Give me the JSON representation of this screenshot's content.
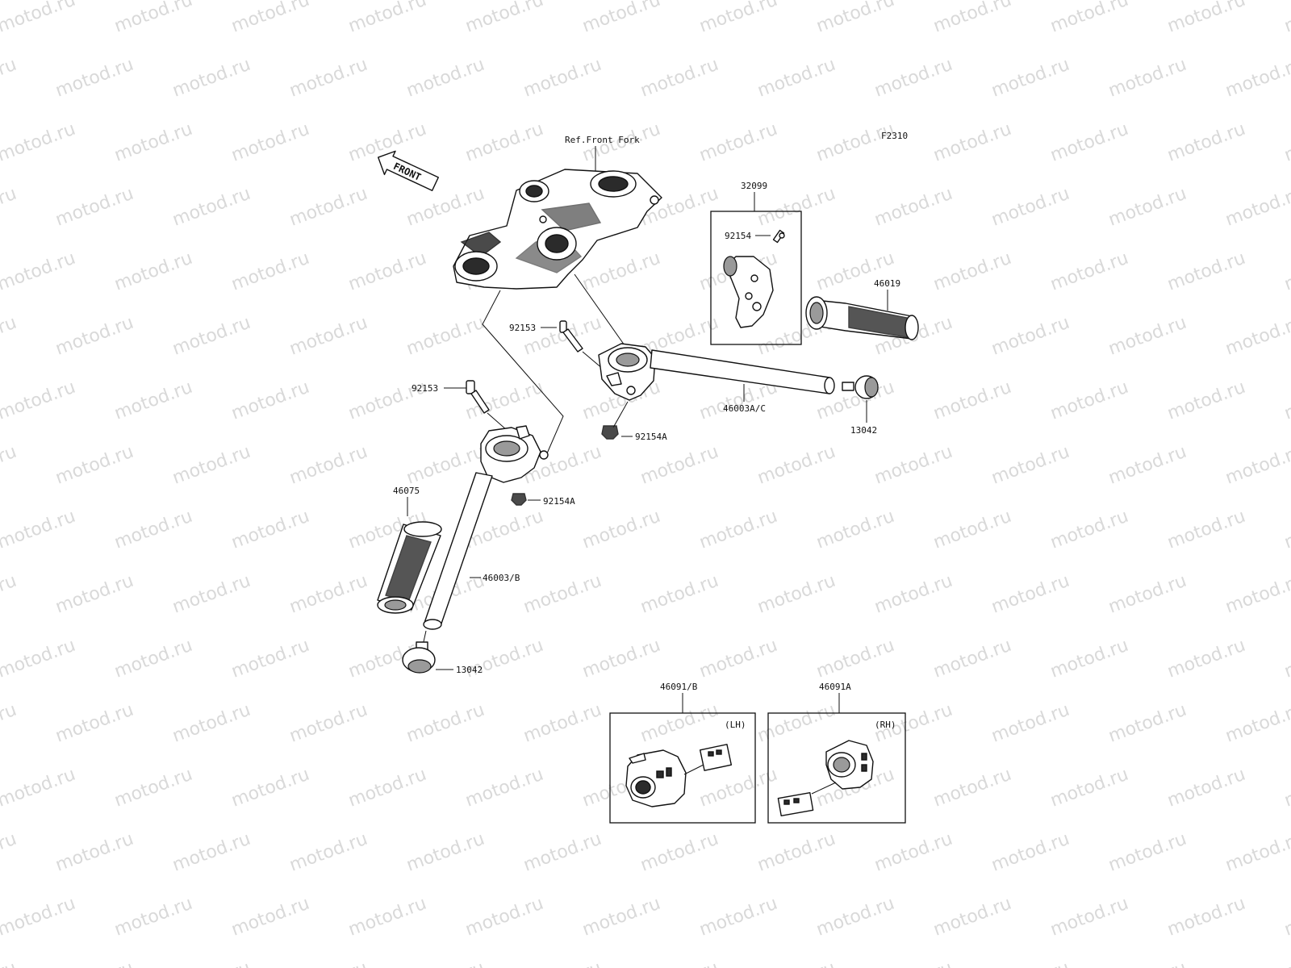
{
  "diagram": {
    "code": "F2310",
    "front_arrow": "FRONT",
    "watermark": "motod.ru",
    "references": {
      "front_fork": "Ref.Front Fork"
    },
    "parts": {
      "p32099": "32099",
      "p92154": "92154",
      "p46019": "46019",
      "p92153_a": "92153",
      "p92153_b": "92153",
      "p46003ac": "46003A/C",
      "p13042_a": "13042",
      "p92154a_a": "92154A",
      "p92154a_b": "92154A",
      "p46075": "46075",
      "p46003b": "46003/B",
      "p13042_b": "13042",
      "p46091b": "46091/B",
      "p46091a": "46091A"
    },
    "side_labels": {
      "lh": "(LH)",
      "rh": "(RH)"
    }
  }
}
